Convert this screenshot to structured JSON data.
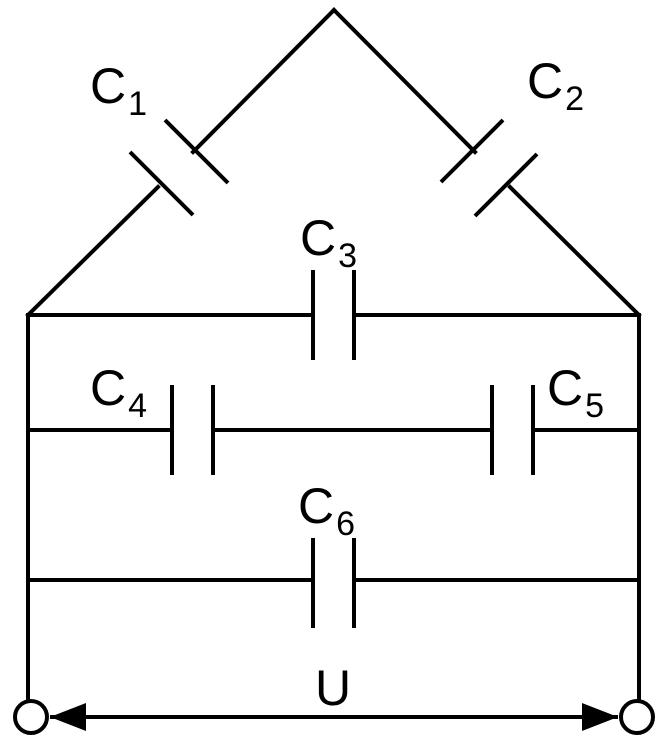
{
  "capacitors": [
    {
      "id": "C1",
      "letter": "C",
      "subscript": "1"
    },
    {
      "id": "C2",
      "letter": "C",
      "subscript": "2"
    },
    {
      "id": "C3",
      "letter": "C",
      "subscript": "3"
    },
    {
      "id": "C4",
      "letter": "C",
      "subscript": "4"
    },
    {
      "id": "C5",
      "letter": "C",
      "subscript": "5"
    },
    {
      "id": "C6",
      "letter": "C",
      "subscript": "6"
    }
  ],
  "voltage_label": "U"
}
